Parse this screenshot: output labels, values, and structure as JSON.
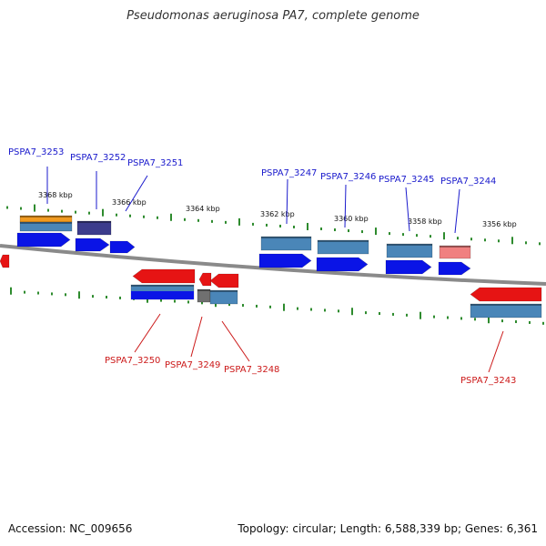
{
  "title": "Pseudomonas aeruginosa PA7, complete genome",
  "accession": "Accession: NC_009656",
  "summary": "Topology: circular; Length: 6,588,339 bp; Genes: 6,361",
  "colors": {
    "backbone": "#8a8a8a",
    "tick": "#2e8b2e",
    "forward_label": "#1a1acc",
    "reverse_label": "#cc1a1a",
    "cds_blue": "#0a14e6",
    "cds_red": "#e61414",
    "gene_steel": "#4a86b8",
    "gene_orange": "#f09a20",
    "gene_purple": "#3c3c8c",
    "gene_pink": "#f08080",
    "gene_gray": "#707070"
  },
  "scale_labels": [
    "3368 kbp",
    "3366 kbp",
    "3364 kbp",
    "3362 kbp",
    "3360 kbp",
    "3358 kbp",
    "3356 kbp"
  ],
  "forward_genes": [
    "PSPA7_3253",
    "PSPA7_3252",
    "PSPA7_3251",
    "PSPA7_3247",
    "PSPA7_3246",
    "PSPA7_3245",
    "PSPA7_3244"
  ],
  "reverse_genes": [
    "PSPA7_3250",
    "PSPA7_3249",
    "PSPA7_3248",
    "PSPA7_3243"
  ]
}
